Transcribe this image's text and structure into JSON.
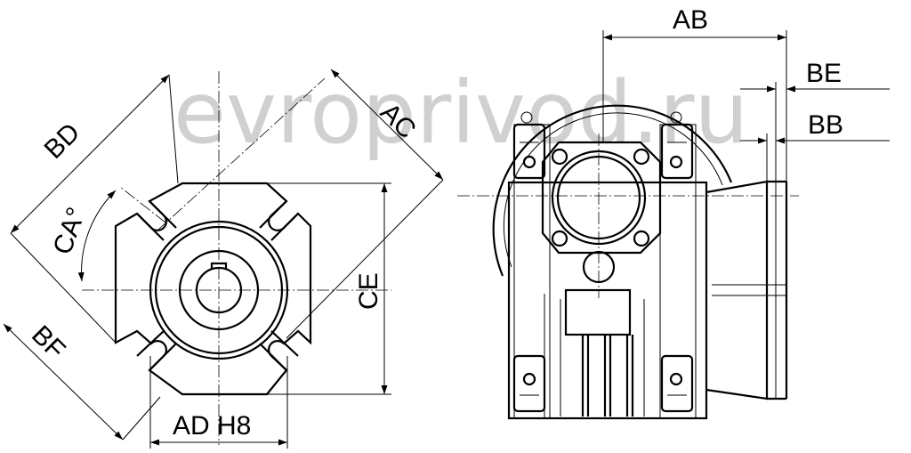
{
  "watermark": "evroprivod.ru",
  "labels": {
    "bd": "BD",
    "ac": "AC",
    "ca": "CA°",
    "bf": "BF",
    "ce": "CE",
    "ad": "AD H8",
    "ab": "AB",
    "be": "BE",
    "bb": "BB"
  },
  "colors": {
    "line": "#000000",
    "background": "#ffffff",
    "watermark": "#000000"
  }
}
